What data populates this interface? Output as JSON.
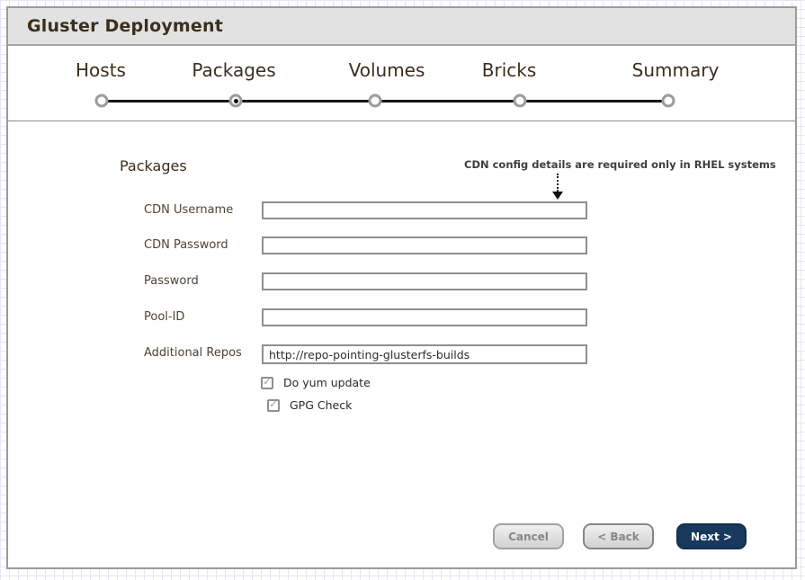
{
  "window": {
    "title": "Gluster Deployment"
  },
  "stepper": {
    "steps": [
      {
        "label": "Hosts",
        "state": "complete"
      },
      {
        "label": "Packages",
        "state": "active"
      },
      {
        "label": "Volumes",
        "state": "upcoming"
      },
      {
        "label": "Bricks",
        "state": "upcoming"
      },
      {
        "label": "Summary",
        "state": "upcoming"
      }
    ]
  },
  "content": {
    "heading": "Packages",
    "annotation": "CDN config details are required only in RHEL systems",
    "fields": [
      {
        "label": "CDN Username",
        "value": ""
      },
      {
        "label": "CDN Password",
        "value": ""
      },
      {
        "label": "Password",
        "value": ""
      },
      {
        "label": "Pool-ID",
        "value": ""
      },
      {
        "label": "Additional Repos",
        "value": "http://repo-pointing-glusterfs-builds"
      }
    ],
    "checkboxes": [
      {
        "label": "Do yum update",
        "checked": true
      },
      {
        "label": "GPG Check",
        "checked": true
      }
    ]
  },
  "footer": {
    "cancel_label": "Cancel",
    "back_label": "< Back",
    "next_label": "Next >"
  },
  "icons": {
    "check_glyph": "✓"
  },
  "colors": {
    "accent": "#17395e",
    "titlebar_bg": "#e2e2e2",
    "heading_text": "#3a2d1c",
    "grid_line": "#e7e4f4"
  }
}
